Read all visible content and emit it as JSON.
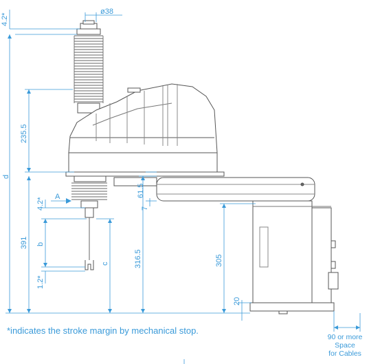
{
  "dimensions": {
    "diameter": "ø38",
    "top_margin": "4.2*",
    "height_d": "d",
    "base_to_head": "235.5",
    "shaft_margin_top": "4.2*",
    "stroke_b": "b",
    "length_391": "391",
    "shaft_margin_bottom": "1.2*",
    "length_c": "c",
    "height_316_5": "316.5",
    "arm_offset_61_5": "61.5",
    "arm_offset_7": "7",
    "height_305": "305",
    "foot_20": "20",
    "view_label_a": "A"
  },
  "notes": {
    "stroke_margin": "*indicates the stroke margin by mechanical stop.",
    "cable_space": [
      "90 or more",
      "Space",
      "for Cables"
    ]
  },
  "colors": {
    "dimension": "#3a9ad9",
    "outline": "#555555"
  }
}
